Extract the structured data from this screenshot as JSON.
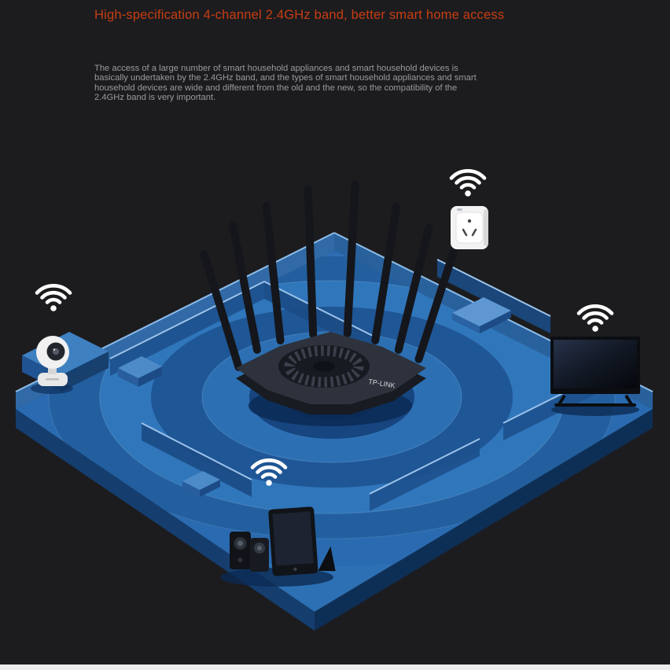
{
  "colors": {
    "bg": "#1c1c1f",
    "title": "#c73d12",
    "body": "#9a9a9a",
    "floor_blue": "#2d70b4",
    "ring_dark_blue": "#16457f",
    "bottom_strip": "#ececec"
  },
  "header": {
    "title": "High-specification 4-channel 2.4GHz band, better smart home access"
  },
  "paragraph": {
    "lines": [
      "The access of a large number of smart household appliances and smart household devices is",
      "basically undertaken by the 2.4GHz band, and the types of smart household appliances and smart",
      "household devices are wide and different from the old and the new, so the compatibility of the",
      "2.4GHz band is very important."
    ]
  },
  "illustration": {
    "router_label": "TP-LINK",
    "concept": "wifi-coverage-over-isometric-house-floorplan",
    "devices": [
      "wifi-signal-icon",
      "security-camera",
      "smart-plug",
      "smart-tv",
      "speakers-and-display"
    ]
  }
}
